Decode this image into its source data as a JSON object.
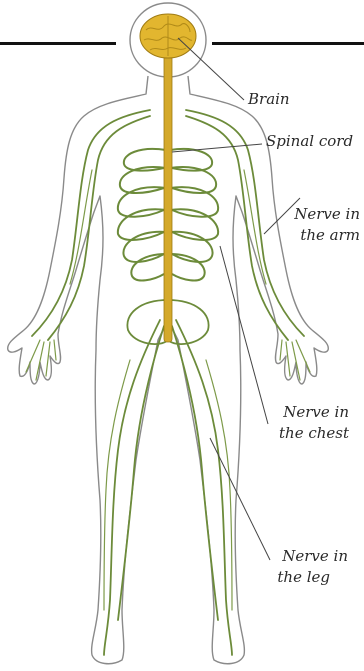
{
  "labels": {
    "brain": "Brain",
    "spinal_cord": "Spinal cord",
    "nerve_arm_line1": "Nerve in",
    "nerve_arm_line2": "the arm",
    "nerve_chest_line1": "Nerve in",
    "nerve_chest_line2": "the chest",
    "nerve_leg_line1": "Nerve in",
    "nerve_leg_line2": "the leg"
  },
  "colors": {
    "nerve": "#6c8b3a",
    "brain": "#e2b62f",
    "spinal_cord": "#d4a92b",
    "body_outline": "#8a8a8a"
  }
}
